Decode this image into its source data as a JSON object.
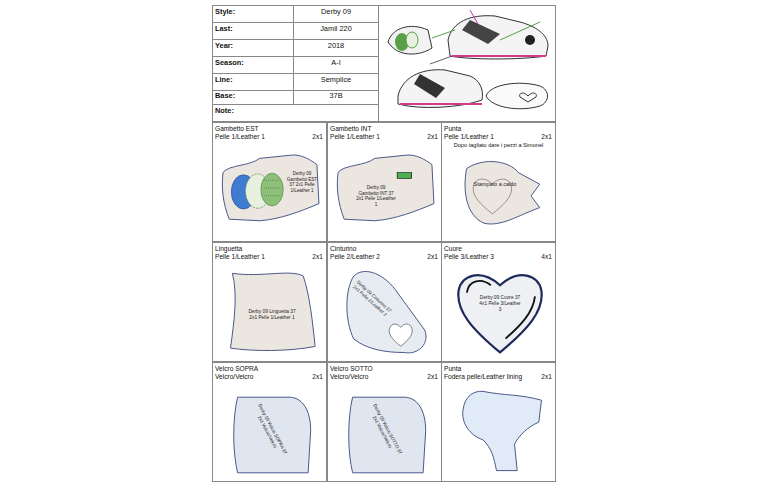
{
  "diagram": {
    "nodes": [
      {
        "text": [
          "Gambetto EST",
          "Pelle 1/Leather 1",
          "2x1"
        ]
      },
      {
        "text": [
          "Derby 09 Gambetto EST 37 2x1 Pelle 1/Leather 1"
        ],
        "in": 0
      },
      {
        "text": [
          "Gambetto INT",
          "Pelle 1/Leather 1",
          "2x1"
        ]
      },
      {
        "text": [
          "Derby 09 Gambetto INT 37 2x1 Pelle 1/Leather 1"
        ],
        "in": 2
      },
      {
        "text": [
          "Punta",
          "Pelle 1/Leather 1",
          "2x1",
          "Dopo tagliato dare i pezzi a Simonel"
        ]
      },
      {
        "text": [
          "Stampato a caldo"
        ],
        "in": 4
      },
      {
        "text": [
          "Linguetta",
          "Pelle 1/Leather 1",
          "2x1"
        ]
      },
      {
        "text": [
          "Derby 09 Linguetta 37 2x1 Pelle 1/Leather 1"
        ],
        "in": 6
      },
      {
        "text": [
          "Cinturino",
          "Pelle 2/Leather 2",
          "2x1"
        ]
      },
      {
        "text": [
          "Derby 09 Cinturino 37 2x1 Pelle 2/Leather 2"
        ],
        "in": 8
      },
      {
        "text": [
          "Cuore",
          "Pelle 3/Leather 3",
          "4x1"
        ]
      },
      {
        "text": [
          "Derby 09 Cuore 37 4x1 Pelle 3/Leather 3"
        ],
        "in": 10
      },
      {
        "text": [
          "Velcro SOPRA",
          "Velcro/Velcro",
          "2x1"
        ]
      },
      {
        "text": [
          "Derby 09 Velcro SOPRA 37 2x1 Velcro/Velcro"
        ],
        "in": 12
      },
      {
        "text": [
          "Velcro SOTTO",
          "Velcro/Velcro",
          "2x1"
        ]
      },
      {
        "text": [
          "Derby 09 Velcro SOTTO 37 2x1 Velcro/Velcro"
        ],
        "in": 14
      },
      {
        "text": [
          "Punta",
          "Fodera pelle/Leather lining",
          "2x1"
        ]
      }
    ],
    "labels": [
      "Style:",
      "Derby 09",
      "Last:",
      "Jamil 220",
      "Year:",
      "2018",
      "Season:",
      "A-I",
      "Line:",
      "Semplice",
      "Base:",
      "37B",
      "Note:"
    ]
  }
}
